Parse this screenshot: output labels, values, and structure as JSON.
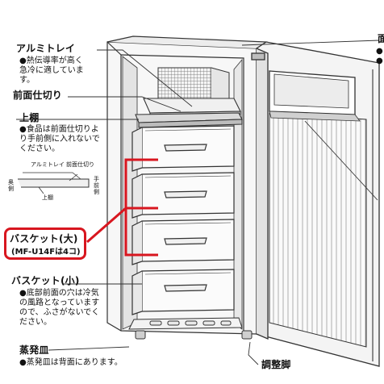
{
  "labels": {
    "aluminum_tray": {
      "title": "アルミトレイ",
      "note": "●熱伝導率が高く急冷に適しています。"
    },
    "front_partition": {
      "title": "前面仕切り"
    },
    "upper_shelf": {
      "title": "上棚",
      "note": "●食品は前面仕切りより手前側に入れないでください。"
    },
    "inset": {
      "aluminum_tray": "アルミトレイ",
      "front_partition": "前面仕切り",
      "back": "奥側",
      "front": "手前側",
      "upper_shelf": "上棚"
    },
    "basket_large": {
      "title": "バスケット(大)",
      "model_note": "(MF-U14Fは4コ)"
    },
    "basket_small": {
      "title": "バスケット(小)",
      "note": "●底部前面の穴は冷気の風路となっていますので、ふさがないでください。"
    },
    "evaporator_tray": {
      "title": "蒸発皿",
      "note": "●蒸発皿は背面にあります。"
    },
    "adjust_foot": {
      "title": "調整脚"
    },
    "cut_top_right": {
      "title": "面",
      "bullet1": "●",
      "bullet2": "●"
    }
  },
  "colors": {
    "highlight": "#d8161f",
    "line": "#333333",
    "shade": "#dcdcdc"
  }
}
